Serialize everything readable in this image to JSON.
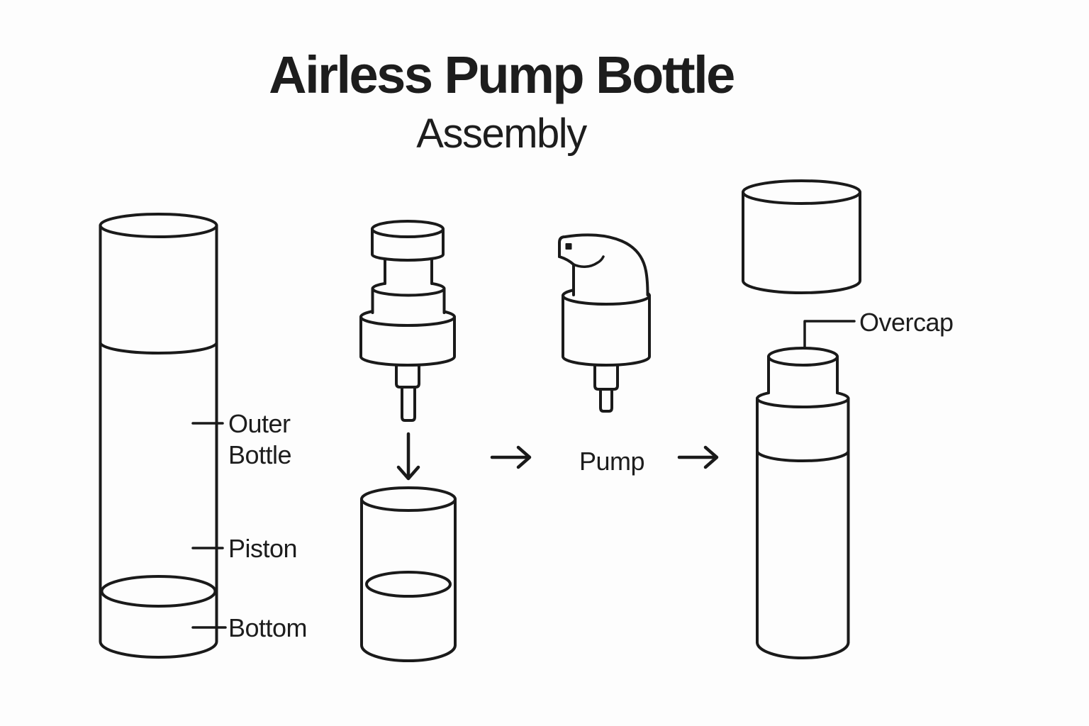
{
  "canvas": {
    "background": "#fdfdfd",
    "line_color": "#1a1a1a",
    "text_color": "#1d1d1d"
  },
  "header": {
    "title": "Airless Pump Bottle",
    "subtitle": "Assembly"
  },
  "labels": {
    "outer_bottle": "Outer\nBottle",
    "piston": "Piston",
    "bottom": "Bottom",
    "pump": "Pump",
    "overcap": "Overcap"
  },
  "icons": {
    "insert_arrow": "arrow-down-icon",
    "assemble_arrow_1": "arrow-right-icon",
    "assemble_arrow_2": "arrow-right-icon"
  }
}
